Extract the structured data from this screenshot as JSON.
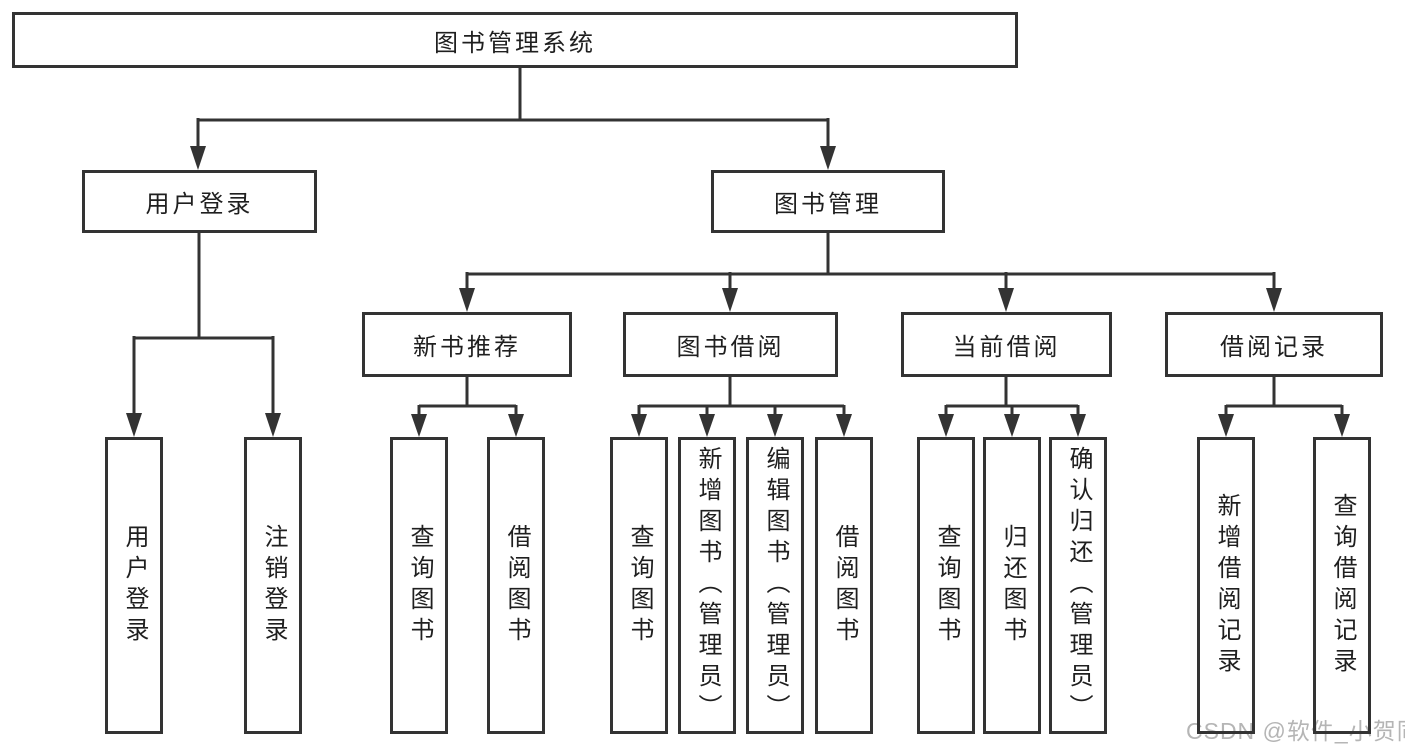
{
  "diagram": {
    "title": "图书管理系统",
    "children": [
      {
        "label": "用户登录",
        "children": [
          {
            "label": "用户登录"
          },
          {
            "label": "注销登录"
          }
        ]
      },
      {
        "label": "图书管理",
        "children": [
          {
            "label": "新书推荐",
            "children": [
              {
                "label": "查询图书"
              },
              {
                "label": "借阅图书"
              }
            ]
          },
          {
            "label": "图书借阅",
            "children": [
              {
                "label": "查询图书"
              },
              {
                "label": "新增图书（管理员）"
              },
              {
                "label": "编辑图书（管理员）"
              },
              {
                "label": "借阅图书"
              }
            ]
          },
          {
            "label": "当前借阅",
            "children": [
              {
                "label": "查询图书"
              },
              {
                "label": "归还图书"
              },
              {
                "label": "确认归还（管理员）"
              }
            ]
          },
          {
            "label": "借阅记录",
            "children": [
              {
                "label": "新增借阅记录"
              },
              {
                "label": "查询借阅记录"
              }
            ]
          }
        ]
      }
    ]
  },
  "watermark": {
    "text": "CSDN @软件_小贺同学"
  },
  "colors": {
    "line": "#333333",
    "border": "#333333",
    "text": "#1f1f1f",
    "watermark": "#b5b5b5",
    "background": "#ffffff"
  }
}
